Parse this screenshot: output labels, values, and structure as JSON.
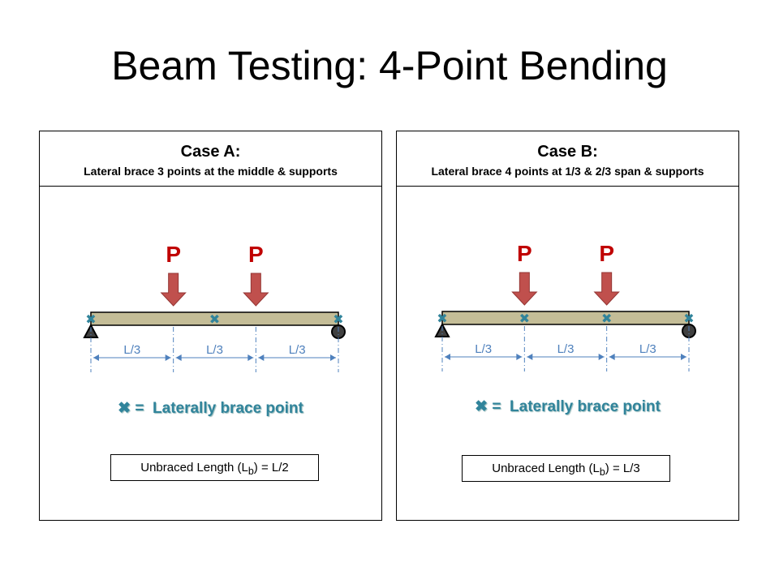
{
  "title": "Beam Testing: 4-Point Bending",
  "colors": {
    "load": "#c0504d",
    "load_label": "#c00000",
    "beam": "#c4bd97",
    "brace": "#31849b",
    "dimension": "#4f81bd"
  },
  "panels": [
    {
      "case": "Case A:",
      "subtitle": "Lateral brace 3 points at the middle & supports",
      "load_label": "P",
      "segment_labels": [
        "L/3",
        "L/3",
        "L/3"
      ],
      "brace_positions": [
        0,
        0.5,
        1
      ],
      "legend": {
        "icon": "brace-x-icon",
        "eq": "=",
        "text": "Laterally brace point"
      },
      "unbraced": {
        "prefix": "Unbraced Length (L",
        "sub": "b",
        "suffix": ") = L/2"
      }
    },
    {
      "case": "Case B:",
      "subtitle": "Lateral brace 4 points at 1/3 & 2/3 span & supports",
      "load_label": "P",
      "segment_labels": [
        "L/3",
        "L/3",
        "L/3"
      ],
      "brace_positions": [
        0,
        0.3333,
        0.6667,
        1
      ],
      "legend": {
        "icon": "brace-x-icon",
        "eq": "=",
        "text": "Laterally brace point"
      },
      "unbraced": {
        "prefix": "Unbraced Length (L",
        "sub": "b",
        "suffix": ") = L/3"
      }
    }
  ]
}
